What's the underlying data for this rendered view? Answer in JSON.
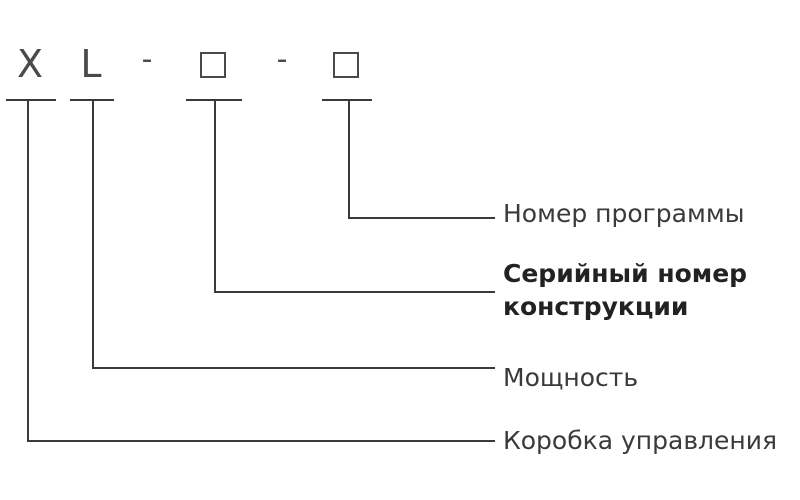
{
  "code": {
    "char1": "X",
    "char2": "L",
    "sep1": "-",
    "sep2": "-",
    "box1": "",
    "box2": ""
  },
  "labels": {
    "program_number": "Номер программы",
    "design_serial_line1": "Серийный номер",
    "design_serial_line2": "конструкции",
    "power": "Мощность",
    "control_box": "Коробка управления"
  }
}
